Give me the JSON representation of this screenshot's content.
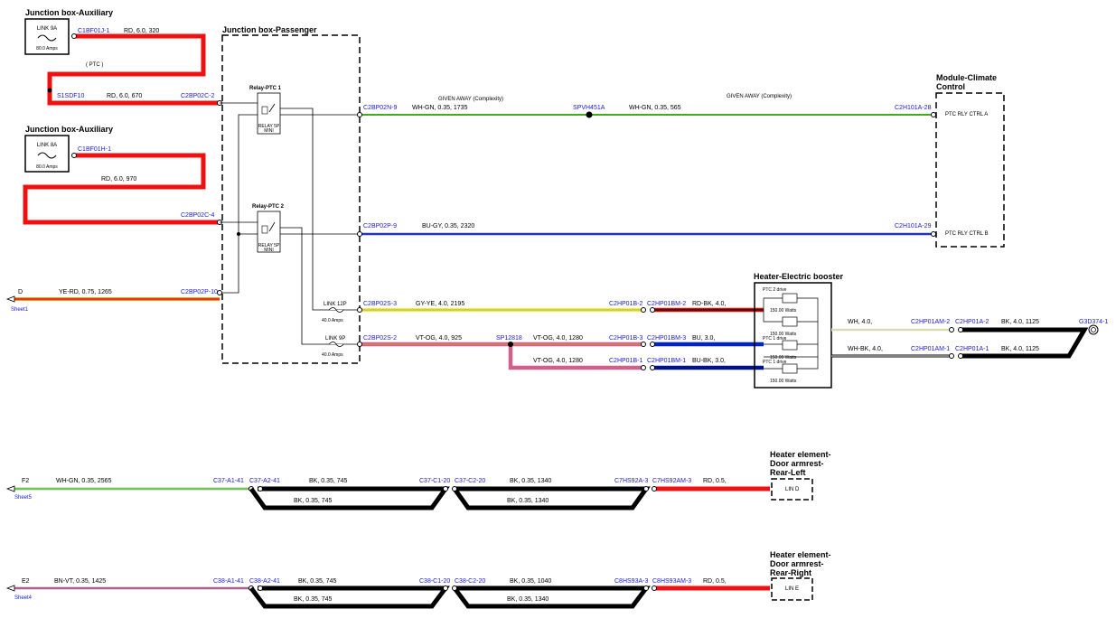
{
  "blocks": {
    "jb_aux_1": "Junction box-Auxiliary",
    "jb_aux_2": "Junction box-Auxiliary",
    "jb_passenger": "Junction box-Passenger",
    "module_climate_1": "Module-Climate",
    "module_climate_2": "Control",
    "heater_booster": "Heater-Electric booster",
    "heater_rl_1": "Heater element-",
    "heater_rl_2": "Door armrest-",
    "heater_rl_3": "Rear-Left",
    "heater_rr_1": "Heater element-",
    "heater_rr_2": "Door armrest-",
    "heater_rr_3": "Rear-Right"
  },
  "fuses": {
    "link9a": "LINK 9A",
    "link9a_amps": "80.0 Amps",
    "link8a": "LINK 8A",
    "link8a_amps": "80.0 Amps",
    "link12p": "LINK 12P",
    "link12p_amps": "40.0 Amps",
    "link9p": "LINK 9P",
    "link9p_amps": "40.0 Amps"
  },
  "relays": {
    "ptc1": "Relay-PTC 1",
    "ptc1_sub1": "RELAY 5P",
    "ptc1_sub2": "MINI",
    "ptc2": "Relay-PTC 2",
    "ptc2_sub1": "RELAY 5P",
    "ptc2_sub2": "MINI"
  },
  "connectors": {
    "c1bf01j_1": "C1BF01J-1",
    "c1bf01h_1": "C1BF01H-1",
    "s1sdf10": "S1SDF10",
    "c2bp02c_2": "C2BP02C-2",
    "c2bp02c_4": "C2BP02C-4",
    "c2bp02n_9": "C2BP02N-9",
    "spvh451a": "SPVH451A",
    "c2h101a_28": "C2H101A-28",
    "c2bp02p_9": "C2BP02P-9",
    "c2h101a_29": "C2H101A-29",
    "c2bp02p_10": "C2BP02P-10",
    "c2bp02s_3": "C2BP02S-3",
    "c2bp02s_2": "C2BP02S-2",
    "sp12818": "SP12818",
    "c2hp01b_2": "C2HP01B-2",
    "c2hp01bm_2": "C2HP01BM-2",
    "c2hp01b_3": "C2HP01B-3",
    "c2hp01bm_3": "C2HP01BM-3",
    "c2hp01b_1": "C2HP01B-1",
    "c2hp01bm_1": "C2HP01BM-1",
    "c2hp01am_2": "C2HP01AM-2",
    "c2hp01a_2": "C2HP01A-2",
    "c2hp01am_1": "C2HP01AM-1",
    "c2hp01a_1": "C2HP01A-1",
    "g3d374_1": "G3D374-1",
    "c37_a1_41": "C37-A1-41",
    "c37_a2_41": "C37-A2-41",
    "c37_c1_20": "C37-C1-20",
    "c37_c2_20": "C37-C2-20",
    "c7hs92a_3": "C7HS92A-3",
    "c7hs92am_3": "C7HS92AM-3",
    "c38_a1_41": "C38-A1-41",
    "c38_a2_41": "C38-A2-41",
    "c38_c1_20": "C38-C1-20",
    "c38_c2_20": "C38-C2-20",
    "c8hs93a_3": "C8HS93A-3",
    "c8hs93am_3": "C8HS93AM-3"
  },
  "wires": {
    "rd_320": "RD,  6.0,  320",
    "ptc": "( PTC )",
    "rd_670": "RD,  6.0,  670",
    "rd_970": "RD,  6.0,  970",
    "whgn_1735": "WH-GN,  0.35,  1735",
    "given_away_1": "GIVEN AWAY (Complexity)",
    "whgn_565": "WH-GN,  0.35,  565",
    "given_away_2": "GIVEN AWAY (Complexity)",
    "bugy_2320": "BU-GY,  0.35,  2320",
    "yerd_1265": "YE-RD,  0.75,  1265",
    "gyye_2195": "GY-YE,  4.0,  2195",
    "vtog_925": "VT-OG,  4.0,  925",
    "vtog_1280a": "VT-OG,  4.0,  1280",
    "vtog_1280b": "VT-OG,  4.0,  1280",
    "rdbk_4": "RD-BK,  4.0,",
    "bu_3": "BU,  3.0,",
    "bubk_3": "BU-BK,  3.0,",
    "wh_4": "WH,  4.0,",
    "whbk_4": "WH-BK,  4.0,",
    "bk_1125a": "BK,  4.0,  1125",
    "bk_1125b": "BK,  4.0,  1125",
    "whgn_2565": "WH-GN,  0.35,  2565",
    "bk_745a": "BK,  0.35,  745",
    "bk_745b": "BK,  0.35,  745",
    "bk_1340a": "BK,  0.35,  1340",
    "bk_1340b": "BK,  0.35,  1340",
    "rd_05a": "RD,  0.5,",
    "bnvt_1425": "BN-VT,  0.35,  1425",
    "bk_745c": "BK,  0.35,  745",
    "bk_745d": "BK,  0.35,  745",
    "bk_1040": "BK,  0.35,  1040",
    "bk_1340c": "BK,  0.35,  1340",
    "rd_05b": "RD,  0.5,"
  },
  "pins": {
    "ptc_a": "PTC RLY CTRL A",
    "ptc_b": "PTC RLY CTRL B",
    "lin_d": "LIN D",
    "lin_e": "LIN E"
  },
  "heater": {
    "ptc2_drive": "PTC 2 drive",
    "ptc1_drive_a": "PTC 1 drive",
    "ptc1_drive_b": "PTC 1 drive",
    "watts_1": "150.00 Watts",
    "watts_2": "150.00 Watts",
    "watts_3": "150.00 Watts",
    "watts_4": "150.00 Watts"
  },
  "offsheet": {
    "d": "D",
    "sheet1": "Sheet1",
    "f2": "F2",
    "sheet5": "Sheet5",
    "e2": "E2",
    "sheet4": "Sheet4"
  },
  "colors": {
    "red": "#ee1111",
    "green": "#44aa22",
    "blue": "#2233bb",
    "yellow": "#eeee44",
    "pink": "#d0608a",
    "navy": "#001288",
    "black": "#000000",
    "connector_blue": "#1a1ad6"
  }
}
